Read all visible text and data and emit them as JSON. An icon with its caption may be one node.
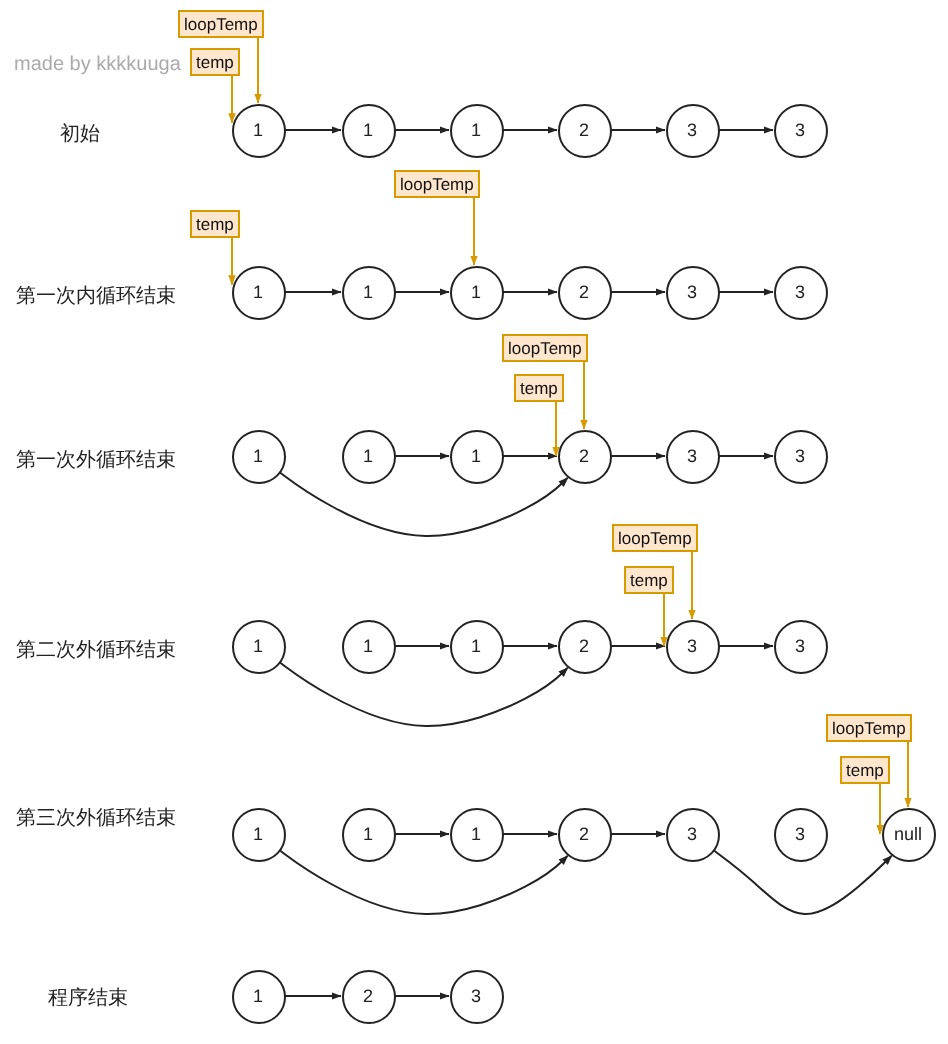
{
  "diagram": {
    "nodes": [
      {
        "text": [
          "loopTemp"
        ]
      },
      {
        "text": [
          "temp"
        ]
      },
      {
        "text": [
          "1"
        ]
      },
      {
        "text": [
          "1"
        ]
      },
      {
        "text": [
          "1"
        ]
      },
      {
        "text": [
          "2"
        ]
      },
      {
        "text": [
          "3"
        ]
      },
      {
        "text": [
          "3"
        ]
      },
      {
        "text": [
          "loopTemp"
        ]
      },
      {
        "text": [
          "temp"
        ]
      },
      {
        "text": [
          "1"
        ]
      },
      {
        "text": [
          "1"
        ]
      },
      {
        "text": [
          "1"
        ]
      },
      {
        "text": [
          "2"
        ]
      },
      {
        "text": [
          "3"
        ]
      },
      {
        "text": [
          "3"
        ]
      },
      {
        "text": [
          "loopTemp"
        ]
      },
      {
        "text": [
          "temp"
        ]
      },
      {
        "text": [
          "1"
        ]
      },
      {
        "text": [
          "1"
        ]
      },
      {
        "text": [
          "1"
        ]
      },
      {
        "text": [
          "2"
        ]
      },
      {
        "text": [
          "3"
        ]
      },
      {
        "text": [
          "3"
        ]
      },
      {
        "text": [
          "loopTemp"
        ]
      },
      {
        "text": [
          "temp"
        ]
      },
      {
        "text": [
          "1"
        ]
      },
      {
        "text": [
          "1"
        ]
      },
      {
        "text": [
          "1"
        ]
      },
      {
        "text": [
          "2"
        ]
      },
      {
        "text": [
          "3"
        ]
      },
      {
        "text": [
          "3"
        ]
      },
      {
        "text": [
          "loopTemp"
        ]
      },
      {
        "text": [
          "temp"
        ]
      },
      {
        "text": [
          "1"
        ]
      },
      {
        "text": [
          "1"
        ]
      },
      {
        "text": [
          "1"
        ]
      },
      {
        "text": [
          "2"
        ]
      },
      {
        "text": [
          "3"
        ]
      },
      {
        "text": [
          "3"
        ]
      },
      {
        "text": [
          "null"
        ]
      },
      {
        "text": [
          "1"
        ]
      },
      {
        "text": [
          "2"
        ]
      },
      {
        "text": [
          "3"
        ]
      }
    ],
    "edges": [
      {
        "from": 2,
        "to": 3,
        "arrow": "to"
      },
      {
        "from": 3,
        "to": 4,
        "arrow": "to"
      },
      {
        "from": 4,
        "to": 5,
        "arrow": "to"
      },
      {
        "from": 5,
        "to": 6,
        "arrow": "to"
      },
      {
        "from": 6,
        "to": 7,
        "arrow": "to"
      },
      {
        "from": 0,
        "to": 2,
        "arrow": "to",
        "color": "#d79b00"
      },
      {
        "from": 1,
        "to": 2,
        "arrow": "to",
        "color": "#d79b00"
      },
      {
        "from": 10,
        "to": 11,
        "arrow": "to"
      },
      {
        "from": 11,
        "to": 12,
        "arrow": "to"
      },
      {
        "from": 12,
        "to": 13,
        "arrow": "to"
      },
      {
        "from": 13,
        "to": 14,
        "arrow": "to"
      },
      {
        "from": 14,
        "to": 15,
        "arrow": "to"
      },
      {
        "from": 8,
        "to": 12,
        "arrow": "to",
        "color": "#d79b00"
      },
      {
        "from": 9,
        "to": 10,
        "arrow": "to",
        "color": "#d79b00"
      },
      {
        "from": 18,
        "to": 21,
        "arrow": "to"
      },
      {
        "from": 19,
        "to": 20,
        "arrow": "to"
      },
      {
        "from": 20,
        "to": 21,
        "arrow": "to"
      },
      {
        "from": 21,
        "to": 22,
        "arrow": "to"
      },
      {
        "from": 22,
        "to": 23,
        "arrow": "to"
      },
      {
        "from": 16,
        "to": 21,
        "arrow": "to",
        "color": "#d79b00"
      },
      {
        "from": 17,
        "to": 21,
        "arrow": "to",
        "color": "#d79b00"
      },
      {
        "from": 26,
        "to": 29,
        "arrow": "to"
      },
      {
        "from": 27,
        "to": 28,
        "arrow": "to"
      },
      {
        "from": 28,
        "to": 29,
        "arrow": "to"
      },
      {
        "from": 29,
        "to": 30,
        "arrow": "to"
      },
      {
        "from": 30,
        "to": 31,
        "arrow": "to"
      },
      {
        "from": 24,
        "to": 30,
        "arrow": "to",
        "color": "#d79b00"
      },
      {
        "from": 25,
        "to": 30,
        "arrow": "to",
        "color": "#d79b00"
      },
      {
        "from": 34,
        "to": 37,
        "arrow": "to"
      },
      {
        "from": 35,
        "to": 36,
        "arrow": "to"
      },
      {
        "from": 36,
        "to": 37,
        "arrow": "to"
      },
      {
        "from": 37,
        "to": 38,
        "arrow": "to"
      },
      {
        "from": 38,
        "to": 40,
        "arrow": "to"
      },
      {
        "from": 32,
        "to": 40,
        "arrow": "to",
        "color": "#d79b00"
      },
      {
        "from": 33,
        "to": 40,
        "arrow": "to",
        "color": "#d79b00"
      },
      {
        "from": 41,
        "to": 42,
        "arrow": "to"
      },
      {
        "from": 42,
        "to": 43,
        "arrow": "to"
      }
    ],
    "labels": [
      "made by kkkkuuga",
      "初始",
      "第一次内循环结束",
      "第一次外循环结束",
      "第二次外循环结束",
      "第三次外循环结束",
      "程序结束"
    ]
  }
}
